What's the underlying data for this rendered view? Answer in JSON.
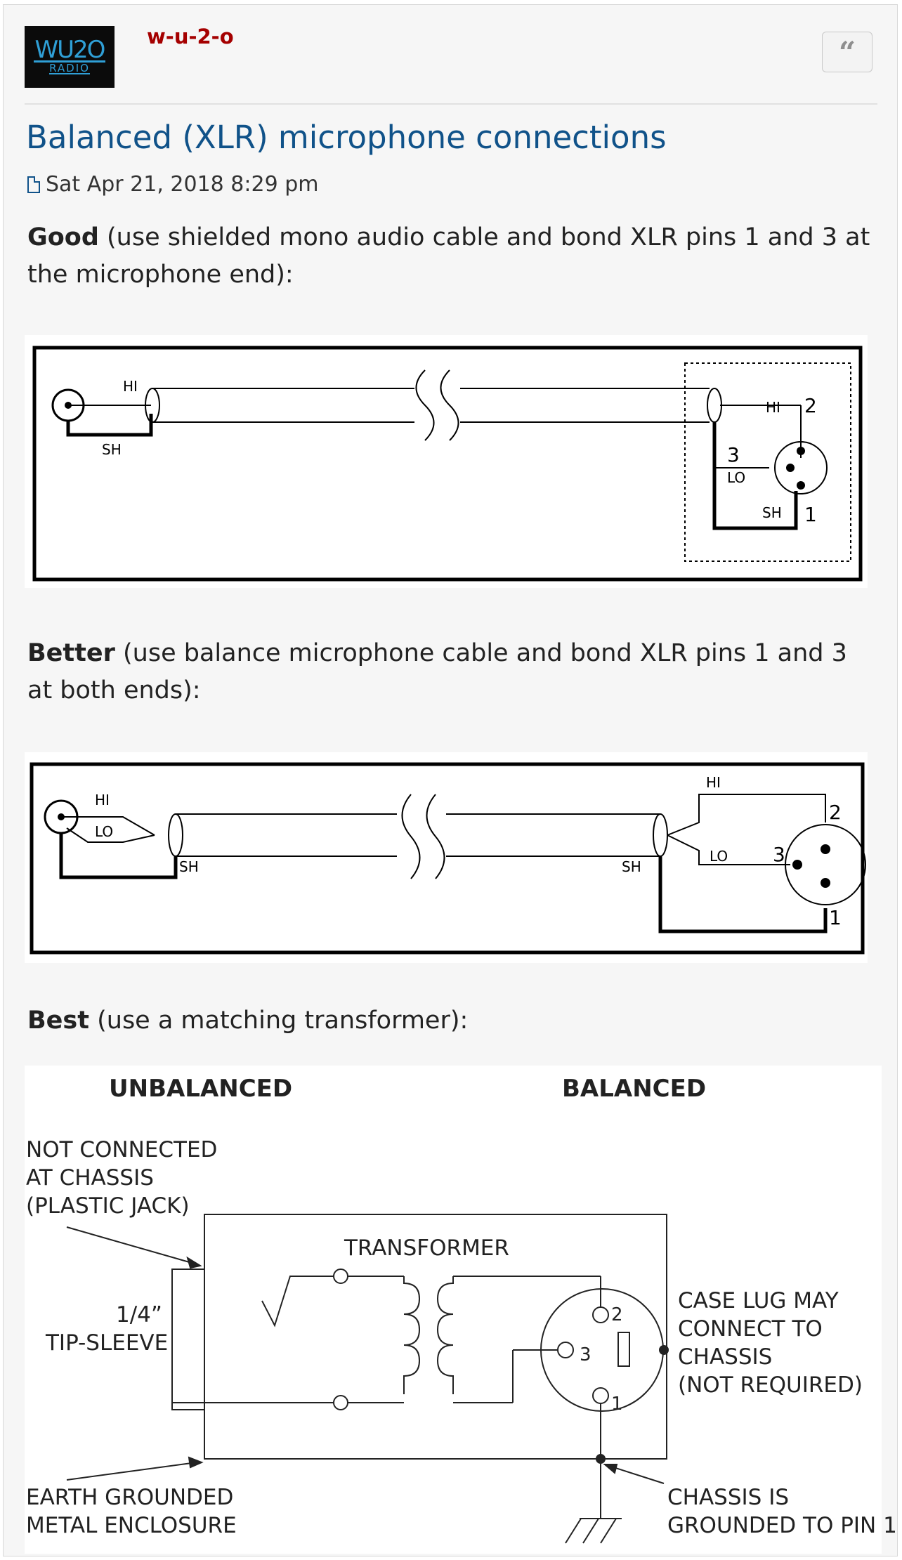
{
  "post": {
    "author": "w-u-2-o",
    "avatar_text_top": "WU2O",
    "avatar_text_bottom": "RADIO",
    "quote_icon": "quote-icon",
    "title": "Balanced (XLR) microphone connections",
    "post_icon": "post-icon",
    "timestamp": "Sat Apr 21, 2018 8:29 pm"
  },
  "sections": [
    {
      "bold": "Good",
      "text": " (use shielded mono audio cable and bond XLR pins 1 and 3 at the microphone end):"
    },
    {
      "bold": "Better",
      "text": " (use balance microphone cable and bond XLR pins 1 and 3 at both ends):"
    },
    {
      "bold": "Best",
      "text": " (use a matching transformer):"
    }
  ],
  "diagram1": {
    "hi": "HI",
    "sh": "SH",
    "lo": "LO",
    "pin2": "2",
    "pin3": "3",
    "pin1": "1"
  },
  "diagram2": {
    "hi": "HI",
    "lo": "LO",
    "sh": "SH",
    "pin2": "2",
    "pin3": "3",
    "pin1": "1"
  },
  "diagram3": {
    "unbalanced": "UNBALANCED",
    "balanced": "BALANCED",
    "not_connected_1": "NOT CONNECTED",
    "not_connected_2": "AT CHASSIS",
    "not_connected_3": "(PLASTIC JACK)",
    "transformer": "TRANSFORMER",
    "tip_1": "1/4”",
    "tip_2": "TIP-SLEEVE",
    "case_1": "CASE LUG MAY",
    "case_2": "CONNECT TO",
    "case_3": "CHASSIS",
    "case_4": "(NOT REQUIRED)",
    "earth_1": "EARTH GROUNDED",
    "earth_2": "METAL ENCLOSURE",
    "chassis_1": "CHASSIS IS",
    "chassis_2": "GROUNDED TO PIN 1",
    "pin2": "2",
    "pin3": "3",
    "pin1": "1"
  }
}
